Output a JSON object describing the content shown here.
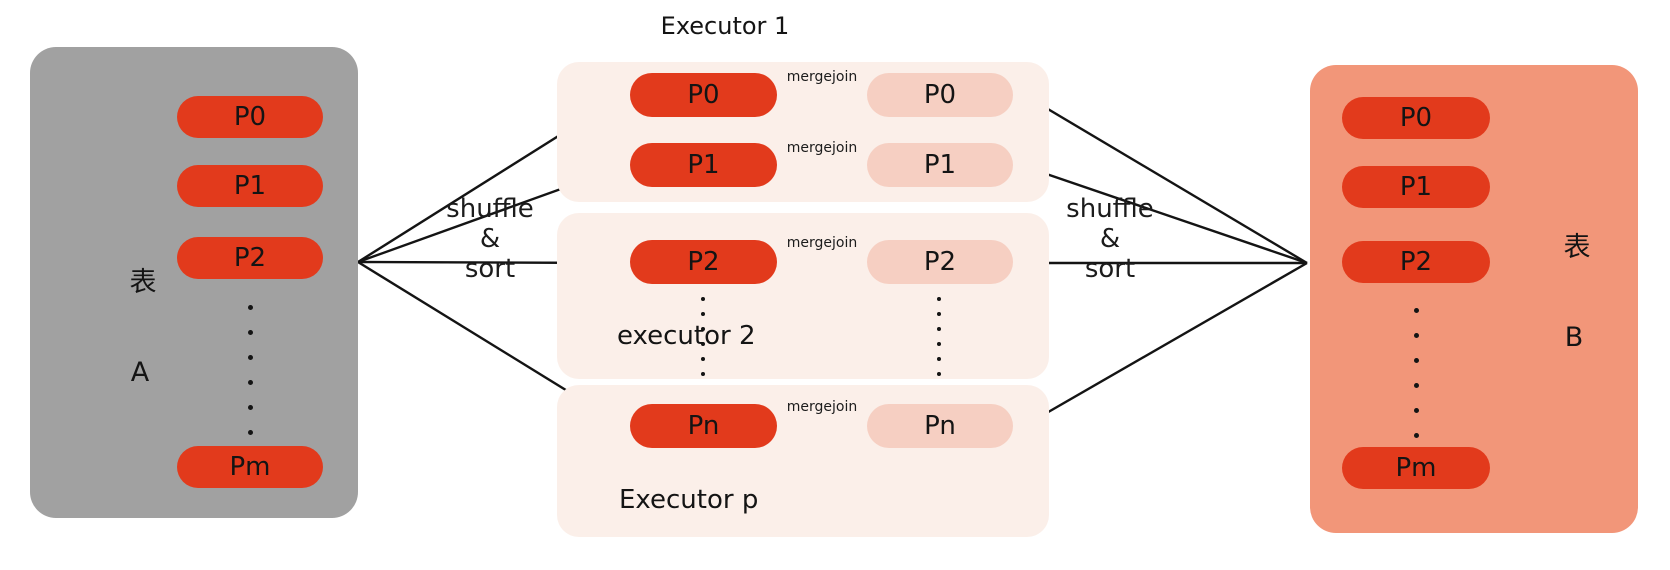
{
  "colors": {
    "partition_red": "#e23a1c",
    "partition_pink": "#f6cfc2",
    "table_a_bg": "#a1a1a1",
    "table_b_bg": "#f29679",
    "executor_bg": "#fbefe9",
    "arrow": "#141414"
  },
  "table_a": {
    "table_label": "表",
    "table_name": "A",
    "partitions": [
      "P0",
      "P1",
      "P2"
    ],
    "last_partition": "Pm"
  },
  "table_b": {
    "table_label": "表",
    "table_name": "B",
    "partitions": [
      "P0",
      "P1",
      "P2"
    ],
    "last_partition": "Pm"
  },
  "executors": [
    {
      "title": "Executor 1",
      "rows": [
        {
          "left_partition": "P0",
          "join_label": "mergejoin",
          "right_partition": "P0"
        },
        {
          "left_partition": "P1",
          "join_label": "mergejoin",
          "right_partition": "P1"
        }
      ]
    },
    {
      "title": "executor 2",
      "rows": [
        {
          "left_partition": "P2",
          "join_label": "mergejoin",
          "right_partition": "P2"
        }
      ]
    },
    {
      "title": "Executor p",
      "rows": [
        {
          "left_partition": "Pn",
          "join_label": "mergejoin",
          "right_partition": "Pn"
        }
      ]
    }
  ],
  "shuffle_left": {
    "line1": "shuffle",
    "line2": "&",
    "line3": "sort"
  },
  "shuffle_right": {
    "line1": "shuffle",
    "line2": "&",
    "line3": "sort"
  }
}
